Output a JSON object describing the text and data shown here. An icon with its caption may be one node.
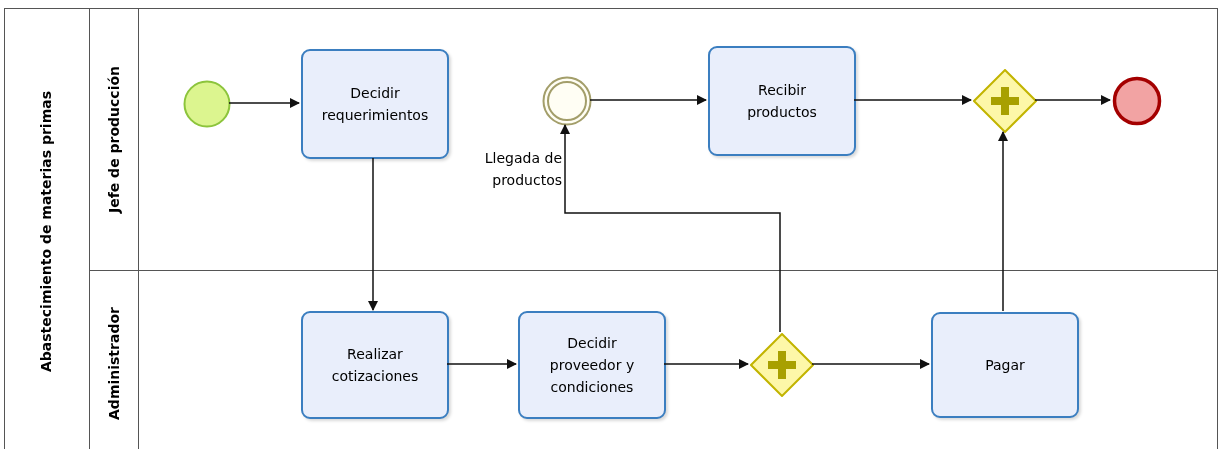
{
  "diagram": {
    "nodes": [
      {
        "text": [
          "Abastecimiento de materias primas"
        ]
      },
      {
        "text": [
          "Jefe de producción"
        ],
        "in": 0
      },
      {
        "text": [
          "Administrador"
        ],
        "in": 0
      },
      {
        "text": [],
        "shape": "circle",
        "in": 1
      },
      {
        "text": [
          "Decidir requerimientos"
        ],
        "in": 1
      },
      {
        "text": [],
        "shape": "circle",
        "in": 1,
        "beside": [
          "Llegada de productos"
        ]
      },
      {
        "text": [
          "Recibir productos"
        ],
        "in": 1
      },
      {
        "text": [],
        "shape": "diamond",
        "in": 1
      },
      {
        "text": [],
        "shape": "circle",
        "in": 1
      },
      {
        "text": [
          "Realizar cotizaciones"
        ],
        "in": 2
      },
      {
        "text": [
          "Decidir proveedor y condiciones"
        ],
        "in": 2
      },
      {
        "text": [],
        "shape": "diamond",
        "in": 2
      },
      {
        "text": [
          "Pagar"
        ],
        "in": 2
      }
    ],
    "edges": [
      {
        "from": 3,
        "to": 4,
        "arrow": "to"
      },
      {
        "from": 4,
        "to": 9,
        "arrow": "to"
      },
      {
        "from": 9,
        "to": 10,
        "arrow": "to"
      },
      {
        "from": 10,
        "to": 11,
        "arrow": "to"
      },
      {
        "from": 11,
        "to": 12,
        "arrow": "to"
      },
      {
        "from": 11,
        "to": 5,
        "arrow": "to"
      },
      {
        "from": 5,
        "to": 6,
        "arrow": "to"
      },
      {
        "from": 6,
        "to": 7,
        "arrow": "to"
      },
      {
        "from": 7,
        "to": 8,
        "arrow": "to"
      },
      {
        "from": 12,
        "to": 7,
        "arrow": "to"
      }
    ]
  }
}
